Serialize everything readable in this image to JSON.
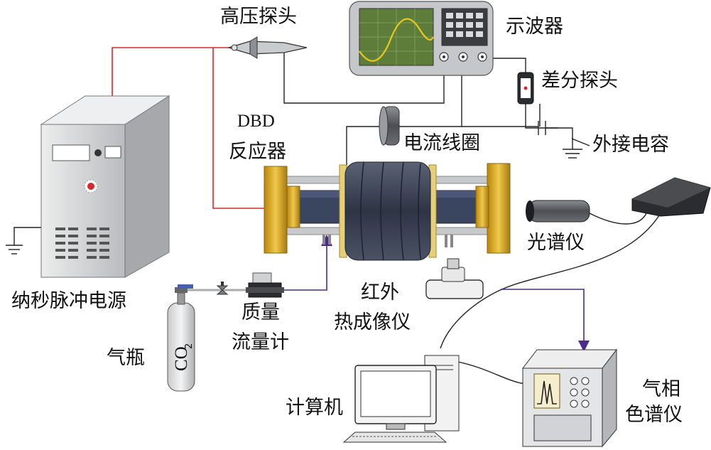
{
  "labels": {
    "hv_probe": "高压探头",
    "oscilloscope": "示波器",
    "diff_probe": "差分探头",
    "dbd_line1": "DBD",
    "dbd_line2": "反应器",
    "current_coil": "电流线圈",
    "ext_capacitor": "外接电容",
    "pulse_power": "纳秒脉冲电源",
    "spectrometer": "光谱仪",
    "ir_line1": "红外",
    "ir_line2": "热成像仪",
    "mfc_line1": "质量",
    "mfc_line2": "流量计",
    "gas_bottle": "气瓶",
    "co2_main": "CO",
    "co2_sub": "2",
    "computer": "计算机",
    "gc_line1": "气相",
    "gc_line2": "色谱仪"
  },
  "colors": {
    "hv_wire": "#d8282c",
    "signal_wire": "#222222",
    "gas_line": "#4a2a8a",
    "gold_flange": "#d9a521",
    "reactor_tube": "#3a4560",
    "coil": "#3c4456",
    "cabinet": "#d6d7d9",
    "screen": "#5e7d3a",
    "waveform": "#e8c81a"
  }
}
